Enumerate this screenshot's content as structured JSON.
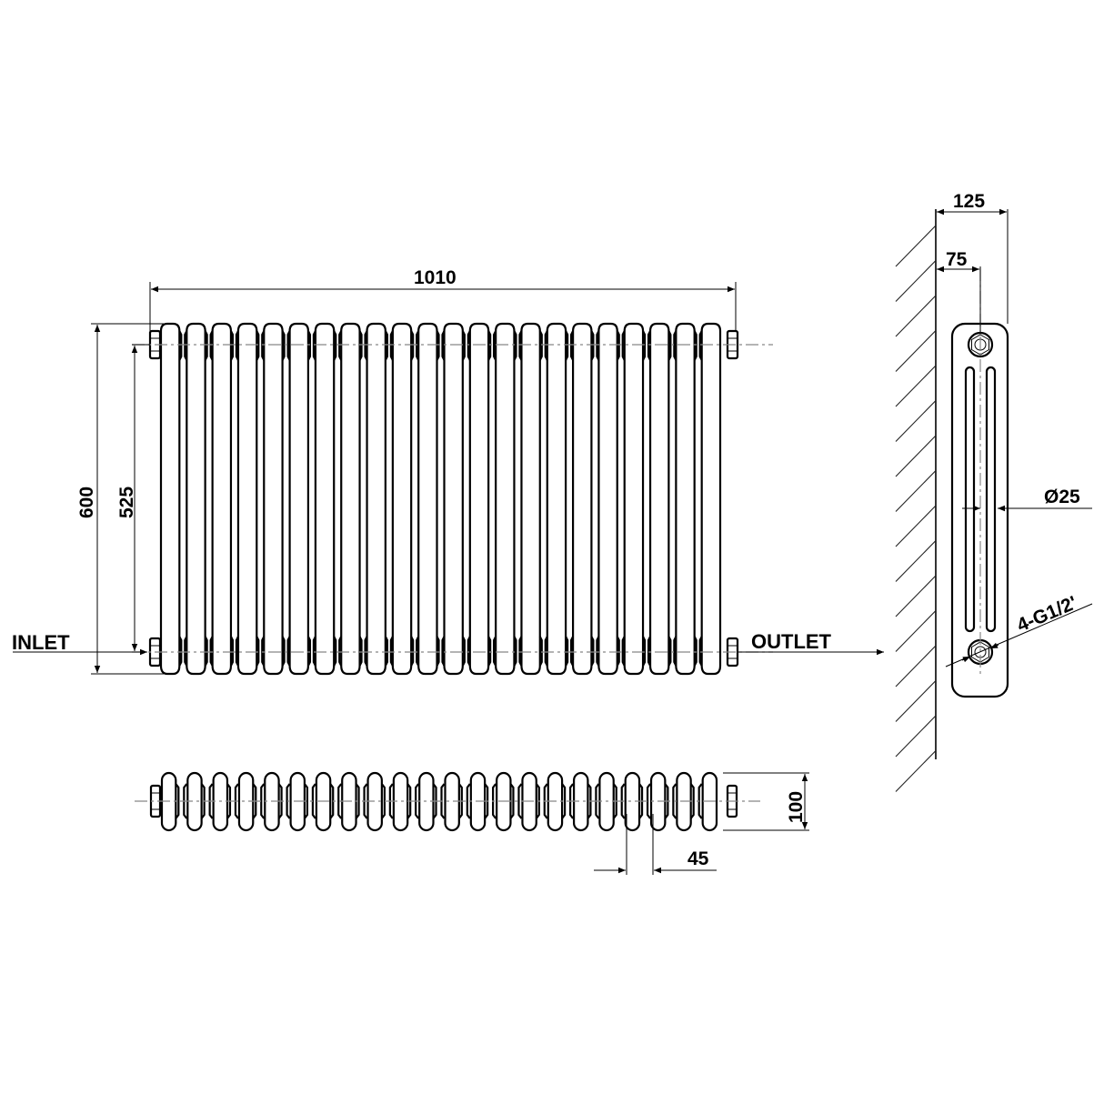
{
  "drawing": {
    "title": "Column radiator technical drawing",
    "sections": 22,
    "colors": {
      "line": "#000000",
      "centerline": "#888888",
      "background": "#ffffff"
    }
  },
  "front_view": {
    "dimensions": {
      "width": "1010",
      "height": "600",
      "pipe_centres": "525"
    },
    "labels": {
      "inlet": "INLET",
      "outlet": "OUTLET"
    }
  },
  "side_view": {
    "dimensions": {
      "depth": "125",
      "wall_to_centre": "75",
      "column_diameter": "Ø25",
      "connections": "4-G1/2'"
    }
  },
  "top_view": {
    "dimensions": {
      "depth": "100",
      "section_pitch": "45"
    }
  }
}
